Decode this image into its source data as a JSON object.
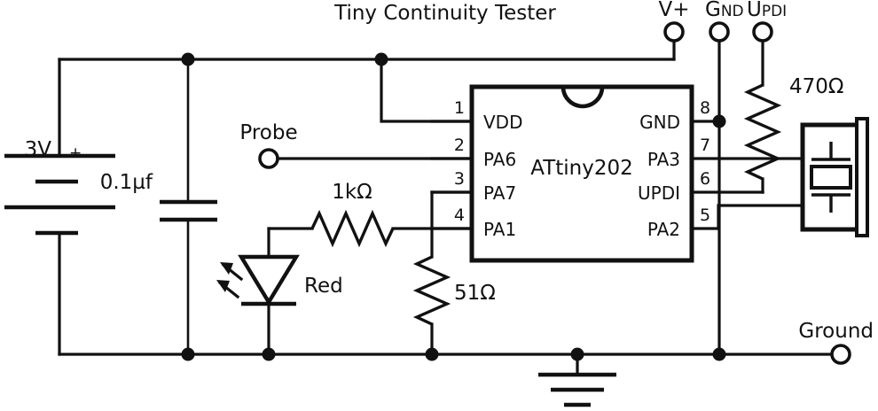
{
  "diagram": {
    "title": "Tiny Continuity Tester",
    "stroke_color": "#111111",
    "background_color": "#ffffff"
  },
  "ic": {
    "part_number": "ATtiny202",
    "pins_left": [
      {
        "number": "1",
        "name": "VDD"
      },
      {
        "number": "2",
        "name": "PA6"
      },
      {
        "number": "3",
        "name": "PA7"
      },
      {
        "number": "4",
        "name": "PA1"
      }
    ],
    "pins_right": [
      {
        "number": "8",
        "name": "GND"
      },
      {
        "number": "7",
        "name": "PA3"
      },
      {
        "number": "6",
        "name": "UPDI"
      },
      {
        "number": "5",
        "name": "PA2"
      }
    ]
  },
  "terminals": [
    {
      "id": "v-plus",
      "label": "V+",
      "label_small": ""
    },
    {
      "id": "gnd-header",
      "label": "G",
      "label_small": "ND"
    },
    {
      "id": "updi-header",
      "label": "U",
      "label_small": "PDI"
    },
    {
      "id": "probe",
      "label": "Probe",
      "label_small": ""
    },
    {
      "id": "ground",
      "label": "Ground",
      "label_small": ""
    }
  ],
  "components": [
    {
      "id": "battery",
      "label": "3V",
      "polarity": "+",
      "type": "battery"
    },
    {
      "id": "cap-decoupling",
      "label": "0.1µf",
      "type": "capacitor"
    },
    {
      "id": "res-led",
      "label": "1kΩ",
      "type": "resistor"
    },
    {
      "id": "res-pulldown",
      "label": "51Ω",
      "type": "resistor"
    },
    {
      "id": "res-pullup",
      "label": "470Ω",
      "type": "resistor"
    },
    {
      "id": "led",
      "label": "Red",
      "type": "led"
    },
    {
      "id": "earth-ground",
      "label": "",
      "type": "earth-ground"
    },
    {
      "id": "jack-connector",
      "label": "",
      "type": "connector"
    }
  ]
}
